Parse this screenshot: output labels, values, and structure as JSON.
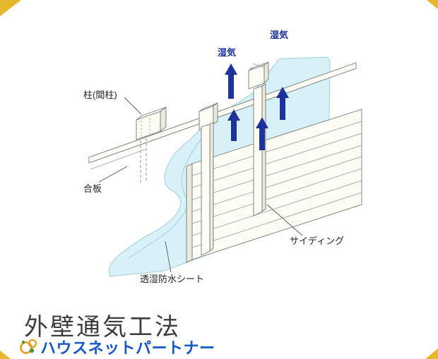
{
  "colors": {
    "sheet_fill": "#d8f0f7",
    "sheet_edge": "#9fcfdd",
    "line": "#777777",
    "arrow_blue": "#1c339e",
    "label_text": "#222222",
    "title_text": "#3d3d3d",
    "brand_blue": "#1557c5",
    "corner_gold": "#e6b82e",
    "logo_orange": "#e89b1e",
    "logo_green": "#4a9a3a"
  },
  "diagram": {
    "labels": {
      "pillar": "柱(間柱)",
      "moisture_left": "湿気",
      "moisture_right": "湿気",
      "plywood": "合板",
      "sheet": "透湿防水シート",
      "siding": "サイディング"
    }
  },
  "footer": {
    "title": "外壁通気工法",
    "brand": "ハウスネットパートナー"
  }
}
